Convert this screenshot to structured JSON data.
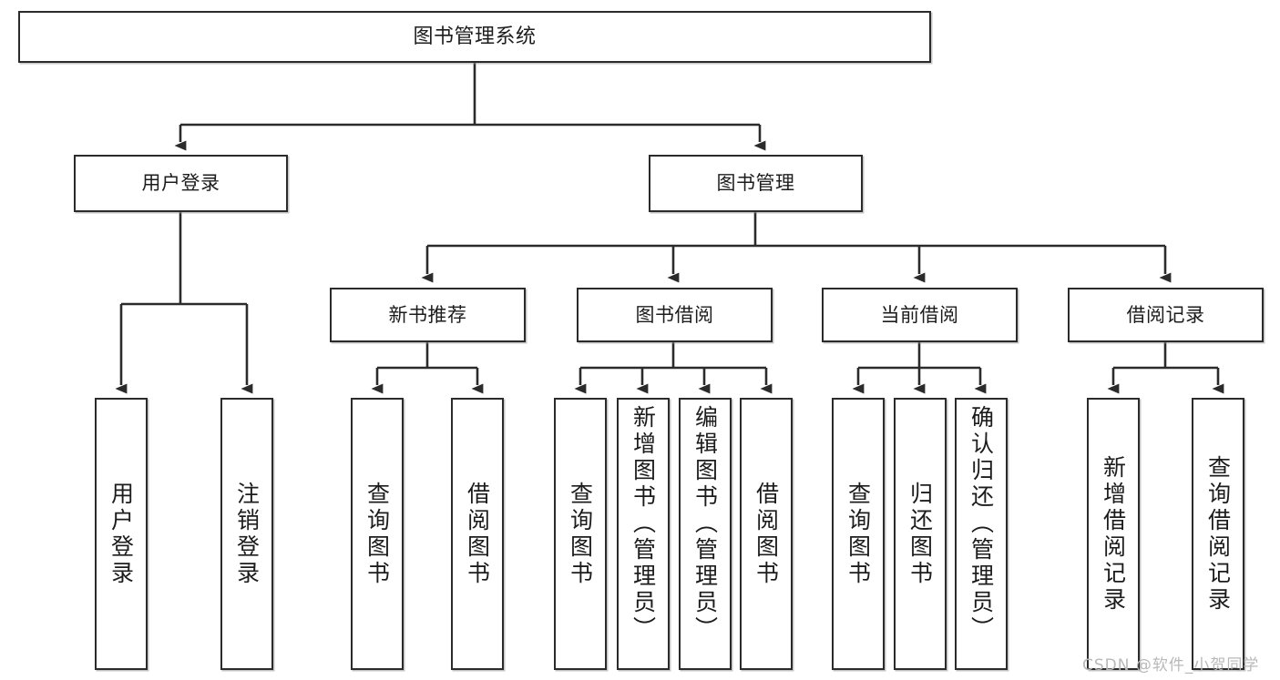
{
  "diagram": {
    "type": "tree-hierarchy-flowchart",
    "title": "图书管理系统",
    "watermark": "CSDN @软件_小贺同学",
    "levels": [
      {
        "level": 1,
        "nodes": [
          {
            "id": "root",
            "label": "图书管理系统",
            "orientation": "horizontal"
          }
        ]
      },
      {
        "level": 2,
        "nodes": [
          {
            "id": "login",
            "label": "用户登录",
            "orientation": "horizontal",
            "parent": "root"
          },
          {
            "id": "bookmgr",
            "label": "图书管理",
            "orientation": "horizontal",
            "parent": "root"
          }
        ]
      },
      {
        "level": 3,
        "nodes": [
          {
            "id": "newbook",
            "label": "新书推荐",
            "orientation": "horizontal",
            "parent": "bookmgr"
          },
          {
            "id": "borrow",
            "label": "图书借阅",
            "orientation": "horizontal",
            "parent": "bookmgr"
          },
          {
            "id": "current",
            "label": "当前借阅",
            "orientation": "horizontal",
            "parent": "bookmgr"
          },
          {
            "id": "records",
            "label": "借阅记录",
            "orientation": "horizontal",
            "parent": "bookmgr"
          }
        ]
      },
      {
        "level": 4,
        "nodes": [
          {
            "id": "leaf1",
            "label": "用户登录",
            "orientation": "vertical",
            "parent": "login"
          },
          {
            "id": "leaf2",
            "label": "注销登录",
            "orientation": "vertical",
            "parent": "login"
          },
          {
            "id": "leaf3",
            "label": "查询图书",
            "orientation": "vertical",
            "parent": "newbook"
          },
          {
            "id": "leaf4",
            "label": "借阅图书",
            "orientation": "vertical",
            "parent": "newbook"
          },
          {
            "id": "leaf5",
            "label": "查询图书",
            "orientation": "vertical",
            "parent": "borrow"
          },
          {
            "id": "leaf6",
            "label": "新增图书（管理员）",
            "orientation": "vertical",
            "parent": "borrow"
          },
          {
            "id": "leaf7",
            "label": "编辑图书（管理员）",
            "orientation": "vertical",
            "parent": "borrow"
          },
          {
            "id": "leaf8",
            "label": "借阅图书",
            "orientation": "vertical",
            "parent": "borrow"
          },
          {
            "id": "leaf9",
            "label": "查询图书",
            "orientation": "vertical",
            "parent": "current"
          },
          {
            "id": "leaf10",
            "label": "归还图书",
            "orientation": "vertical",
            "parent": "current"
          },
          {
            "id": "leaf11",
            "label": "确认归还（管理员）",
            "orientation": "vertical",
            "parent": "current"
          },
          {
            "id": "leaf12",
            "label": "新增借阅记录",
            "orientation": "vertical",
            "parent": "records"
          },
          {
            "id": "leaf13",
            "label": "查询借阅记录",
            "orientation": "vertical",
            "parent": "records"
          }
        ]
      }
    ],
    "colors": {
      "box_border": "#2b2b2b",
      "box_fill": "#ffffff",
      "connector": "#2b2b2b",
      "text": "#1c1c1c",
      "watermark": "#b9b9b9",
      "background": "#ffffff"
    }
  }
}
